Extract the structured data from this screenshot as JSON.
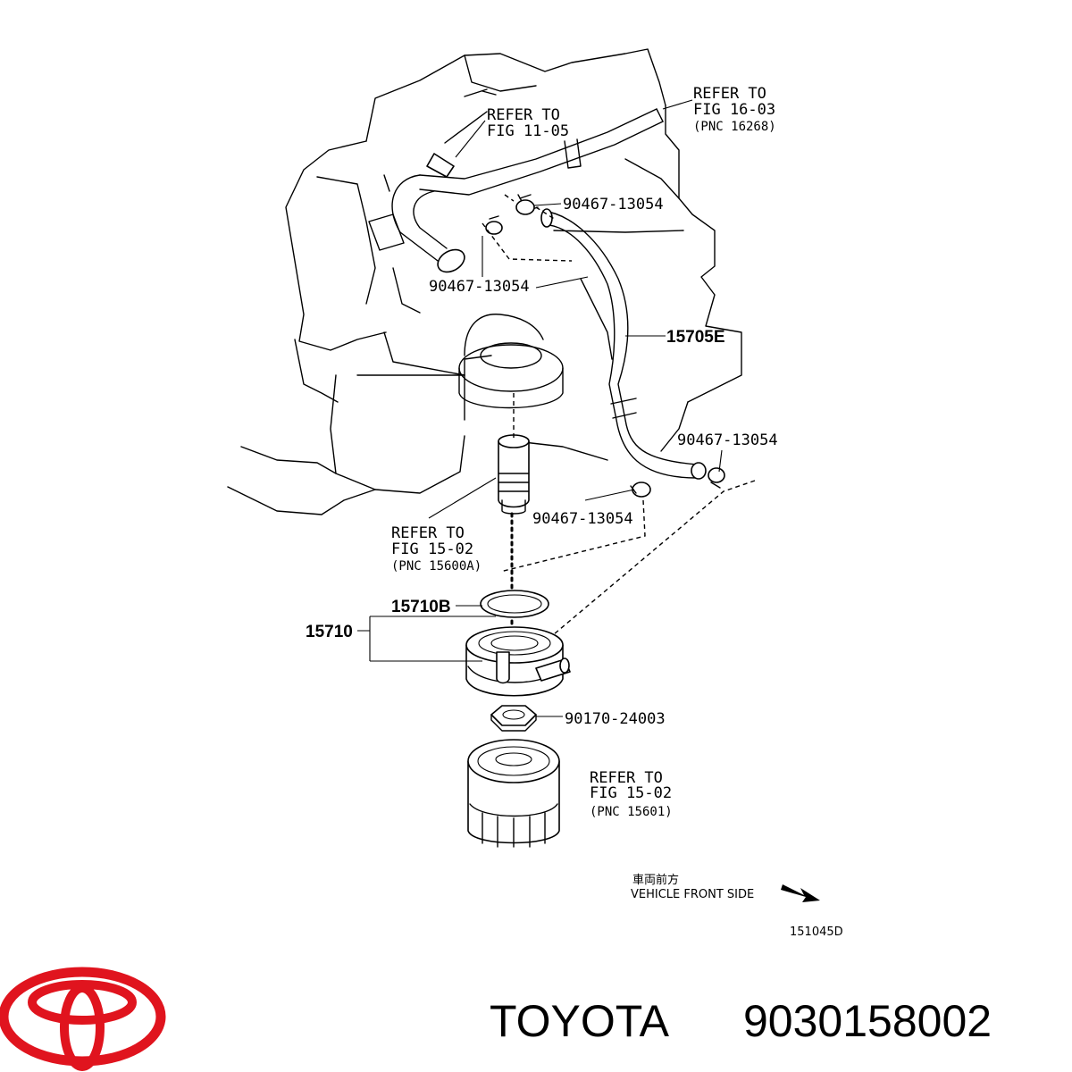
{
  "diagram": {
    "labels": {
      "refer_1603_l1": "REFER TO",
      "refer_1603_l2": "FIG 16-03",
      "refer_1603_l3": "(PNC 16268)",
      "refer_1105_l1": "REFER TO",
      "refer_1105_l2": "FIG 11-05",
      "clamp_a": "90467-13054",
      "clamp_b": "90467-13054",
      "hose": "15705E",
      "clamp_c": "90467-13054",
      "clamp_d": "90467-13054",
      "refer_1502a_l1": "REFER TO",
      "refer_1502a_l2": "FIG 15-02",
      "refer_1502a_l3": "(PNC 15600A)",
      "gasket": "15710B",
      "cooler": "15710",
      "nut": "90170-24003",
      "refer_1502b_l1": "REFER TO",
      "refer_1502b_l2": "FIG 15-02",
      "refer_1502b_l3": "(PNC 15601)",
      "front_jp": "車両前方",
      "front_en": "VEHICLE FRONT SIDE",
      "figure_code": "151045D"
    }
  },
  "brand": {
    "name": "TOYOTA",
    "part_number": "9030158002",
    "logo_color": "#e0141e"
  }
}
